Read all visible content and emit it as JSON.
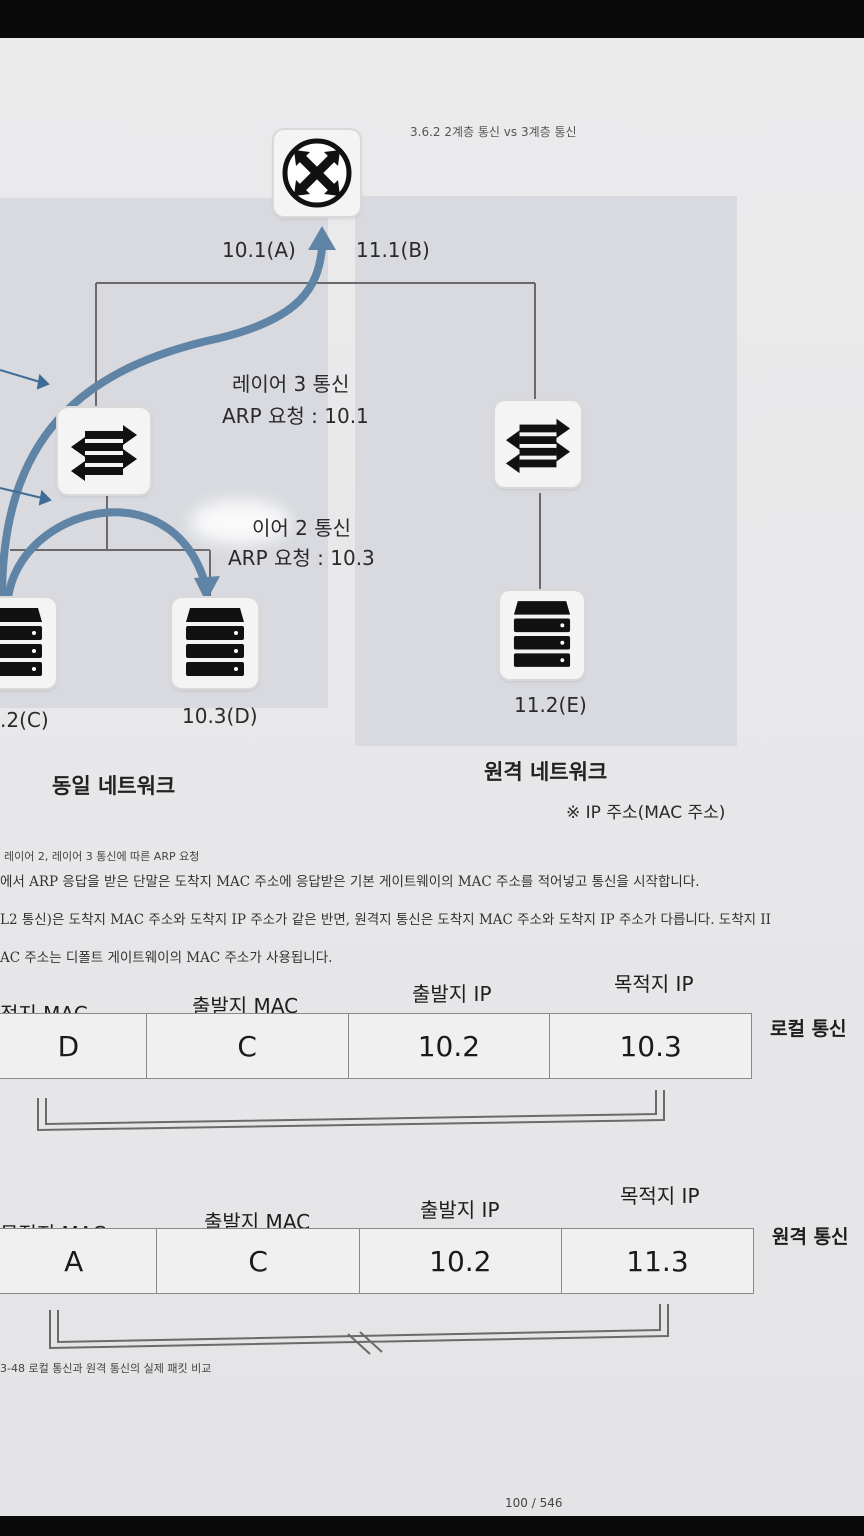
{
  "header": {
    "section": "3.6.2 2계층 통신 vs 3계층 통신"
  },
  "diagram": {
    "router_port_a": "10.1(A)",
    "router_port_b": "11.1(B)",
    "l3_title": "레이어 3 통신",
    "l3_arp": "ARP 요청 : 10.1",
    "l2_title": "이어 2 통신",
    "l2_arp": "ARP 요청 : 10.3",
    "host_c": ".2(C)",
    "host_d": "10.3(D)",
    "host_e": "11.2(E)",
    "local_network": "동일 네트워크",
    "remote_network": "원격 네트워크",
    "legend_note": "※ IP 주소(MAC 주소)"
  },
  "figure_caption": "레이어 2, 레이어 3 통신에 따른 ARP 요청",
  "body_lines": [
    "에서 ARP 응답을 받은 단말은 도착지 MAC 주소에 응답받은 기본 게이트웨이의 MAC 주소를 적어넣고 통신을 시작합니다.",
    "L2 통신)은 도착지 MAC 주소와 도착지 IP 주소가 같은 반면, 원격지 통신은 도착지 MAC 주소와 도착지 IP 주소가 다릅니다. 도착지 II",
    "AC 주소는 디폴트 게이트웨이의 MAC 주소가 사용됩니다."
  ],
  "local_packet": {
    "headers": [
      "적지 MAC",
      "출발지 MAC",
      "출발지 IP",
      "목적지 IP"
    ],
    "values": [
      "D",
      "C",
      "10.2",
      "10.3"
    ],
    "label": "로컬 통신"
  },
  "remote_packet": {
    "headers": [
      "목적지 MAC",
      "출발지 MAC",
      "출발지 IP",
      "목적지 IP"
    ],
    "values": [
      "A",
      "C",
      "10.2",
      "11.3"
    ],
    "label": "원격 통신"
  },
  "figure2_caption": "3-48 로컬 통신과 원격 통신의 실제 패킷 비교",
  "page_number": "100 / 546"
}
